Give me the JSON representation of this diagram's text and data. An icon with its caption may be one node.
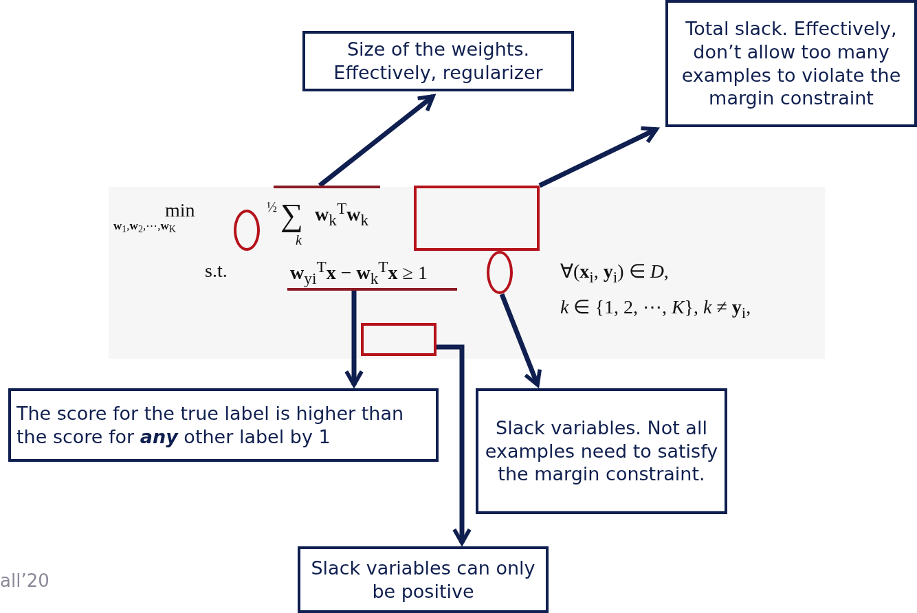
{
  "diagram": {
    "nodes": [
      {
        "text": [
          "Size of the weights. Effectively, regularizer"
        ]
      },
      {
        "text": [
          "Total slack. Effectively, don’t allow too many examples to violate the margin constraint"
        ]
      },
      {
        "text": [],
        "shape": "bar"
      },
      {
        "text": [],
        "shape": "box"
      },
      {
        "text": [],
        "shape": "circle"
      },
      {
        "text": [],
        "shape": "circle"
      },
      {
        "text": [],
        "shape": "bar"
      },
      {
        "text": [],
        "shape": "box"
      },
      {
        "text": [
          "The score for the true label is higher than the score for **any** other label by 1"
        ]
      },
      {
        "text": [
          "Slack variables. Not all examples need to satisfy  the margin constraint."
        ]
      },
      {
        "text": [
          "Slack variables can only be positive"
        ]
      }
    ],
    "edges": [
      {
        "from": 2,
        "to": 0,
        "arrow": "to"
      },
      {
        "from": 3,
        "to": 1,
        "arrow": "to"
      },
      {
        "from": 6,
        "to": 8,
        "arrow": "to"
      },
      {
        "from": 7,
        "to": 10,
        "arrow": "to"
      },
      {
        "from": 5,
        "to": 9,
        "arrow": "to"
      }
    ],
    "labels": [
      "min",
      "**w**$_{1}$,**w**$_{2}$,⋯,**w**$_{K}$",
      "½",
      "∑",
      "*k*",
      "**w**$_{k}$$^{T}$**w**$_{k}$",
      "s.t.",
      "**w**$_{yi}$$^{T}$**x** − **w**$_{k}$$^{T}$**x** ≥ 1",
      "∀(**x**$_{i}$, **y**$_{i}$) ∈ *D*,",
      "*k* ∈ {1, 2, ⋯, *K*}, *k* ≠ **y**$_{i}$,",
      "all’20"
    ]
  }
}
